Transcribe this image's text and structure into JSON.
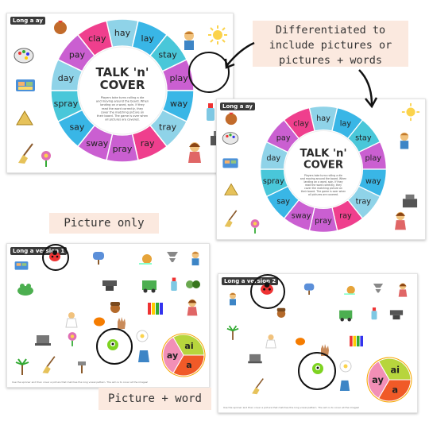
{
  "callouts": {
    "differentiated": "Differentiated to include pictures or pictures + words",
    "picture_only": "Picture only",
    "picture_word": "Picture + word"
  },
  "tags": {
    "long_a_ay": "Long a ay",
    "long_a_version_1": "Long a version 1",
    "long_a_version_2": "Long a version 2"
  },
  "wheel": {
    "title_line1": "TALK 'n'",
    "title_line2": "COVER",
    "words": [
      "hay",
      "lay",
      "stay",
      "play",
      "way",
      "tray",
      "ray",
      "pray",
      "sway",
      "say",
      "spray",
      "day",
      "pay",
      "clay"
    ],
    "instructions": "Players take turns rolling a die and moving around the board. When landing on a word, spin. If they read the word correctly, they cover the matching picture on their board. The game is over when all pictures are covered."
  },
  "spinner": {
    "segments": [
      "ai",
      "a",
      "ay"
    ],
    "colors": [
      "#b7d53d",
      "#f05a28",
      "#f28fb6"
    ]
  },
  "footer": "Use the spinner and then cover a picture that matches the long vowel pattern. The aim is to cover all the images!",
  "colors": {
    "wheel_segments": [
      "#8fd3e8",
      "#39b6e6",
      "#49c7d9",
      "#ca5fd1",
      "#39b6e6",
      "#8fd3e8",
      "#ef3f8d",
      "#ca5fd1",
      "#ca5fd1",
      "#39b6e6",
      "#49c7d9",
      "#8fd3e8",
      "#ca5fd1",
      "#ef3f8d"
    ],
    "callout_bg": "#fbe9df"
  }
}
